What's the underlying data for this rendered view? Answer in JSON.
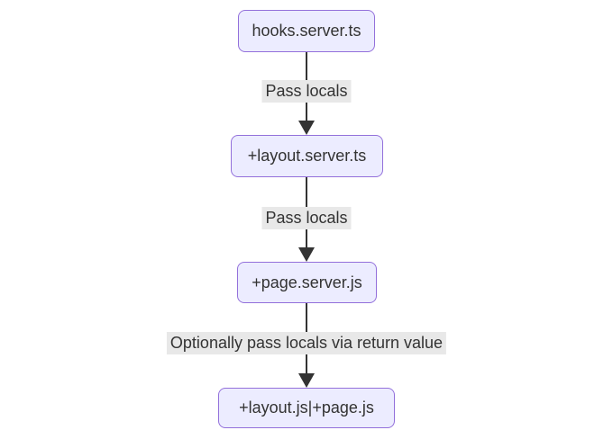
{
  "diagram": {
    "type": "flowchart",
    "direction": "top-down",
    "colors": {
      "background": "#ffffff",
      "node_fill": "#ECECFF",
      "node_border": "#9370DB",
      "node_text": "#333333",
      "edge_line": "#333333",
      "edge_label_bg": "#e8e8e8",
      "edge_label_text": "#333333"
    },
    "nodes": [
      {
        "id": "hooks-server",
        "label": "hooks.server.ts"
      },
      {
        "id": "layout-server",
        "label": "+layout.server.ts"
      },
      {
        "id": "page-server",
        "label": "+page.server.js"
      },
      {
        "id": "layout-page",
        "label": "+layout.js|+page.js"
      }
    ],
    "edges": [
      {
        "from": "hooks-server",
        "to": "layout-server",
        "label": "Pass locals"
      },
      {
        "from": "layout-server",
        "to": "page-server",
        "label": "Pass locals"
      },
      {
        "from": "page-server",
        "to": "layout-page",
        "label": "Optionally pass locals via return value"
      }
    ]
  }
}
